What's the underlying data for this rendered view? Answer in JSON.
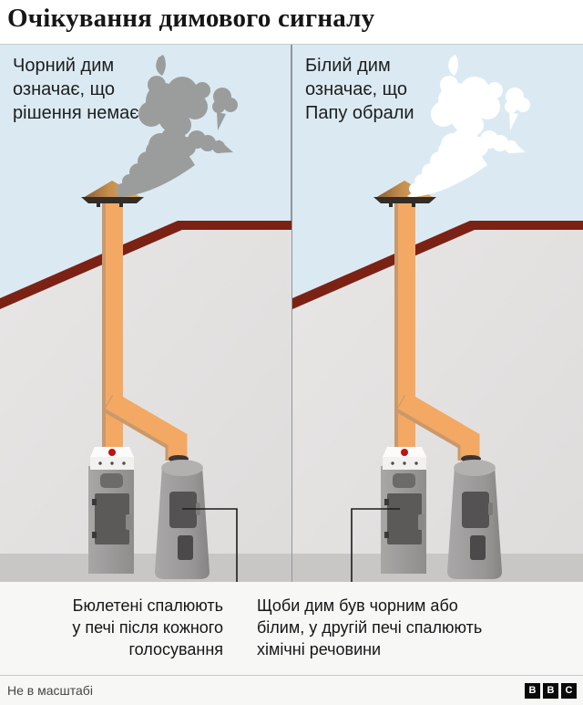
{
  "title": "Очікування димового сигналу",
  "panels": {
    "left": {
      "label_lines": [
        "Чорний дим",
        "означає, що",
        "рішення немає"
      ],
      "caption_lines": [
        "Бюлетені спалюють",
        "у печі після кожного",
        "голосування"
      ]
    },
    "right": {
      "label_lines": [
        "Білий дим",
        "означає, що",
        "Папу обрали"
      ],
      "caption_lines": [
        "Щоби дим був чорним або",
        "білим, у другій печі спалюють",
        "хімічні речовини"
      ]
    }
  },
  "footer": {
    "note": "Не в масштабі",
    "logo_letters": [
      "B",
      "B",
      "C"
    ]
  },
  "colors": {
    "smoke_black": "#9b9d9c",
    "smoke_white": "#ffffff",
    "sky": "#dbeaf2",
    "roof": "#7b2215",
    "pipe": "#f3a963",
    "wall": "#e4e2e1",
    "floor": "#c9c7c6",
    "stove_gray": "#9c9a99"
  },
  "illustration": {
    "left_scene": "chimney-with-black-smoke",
    "right_scene": "chimney-with-white-smoke"
  }
}
